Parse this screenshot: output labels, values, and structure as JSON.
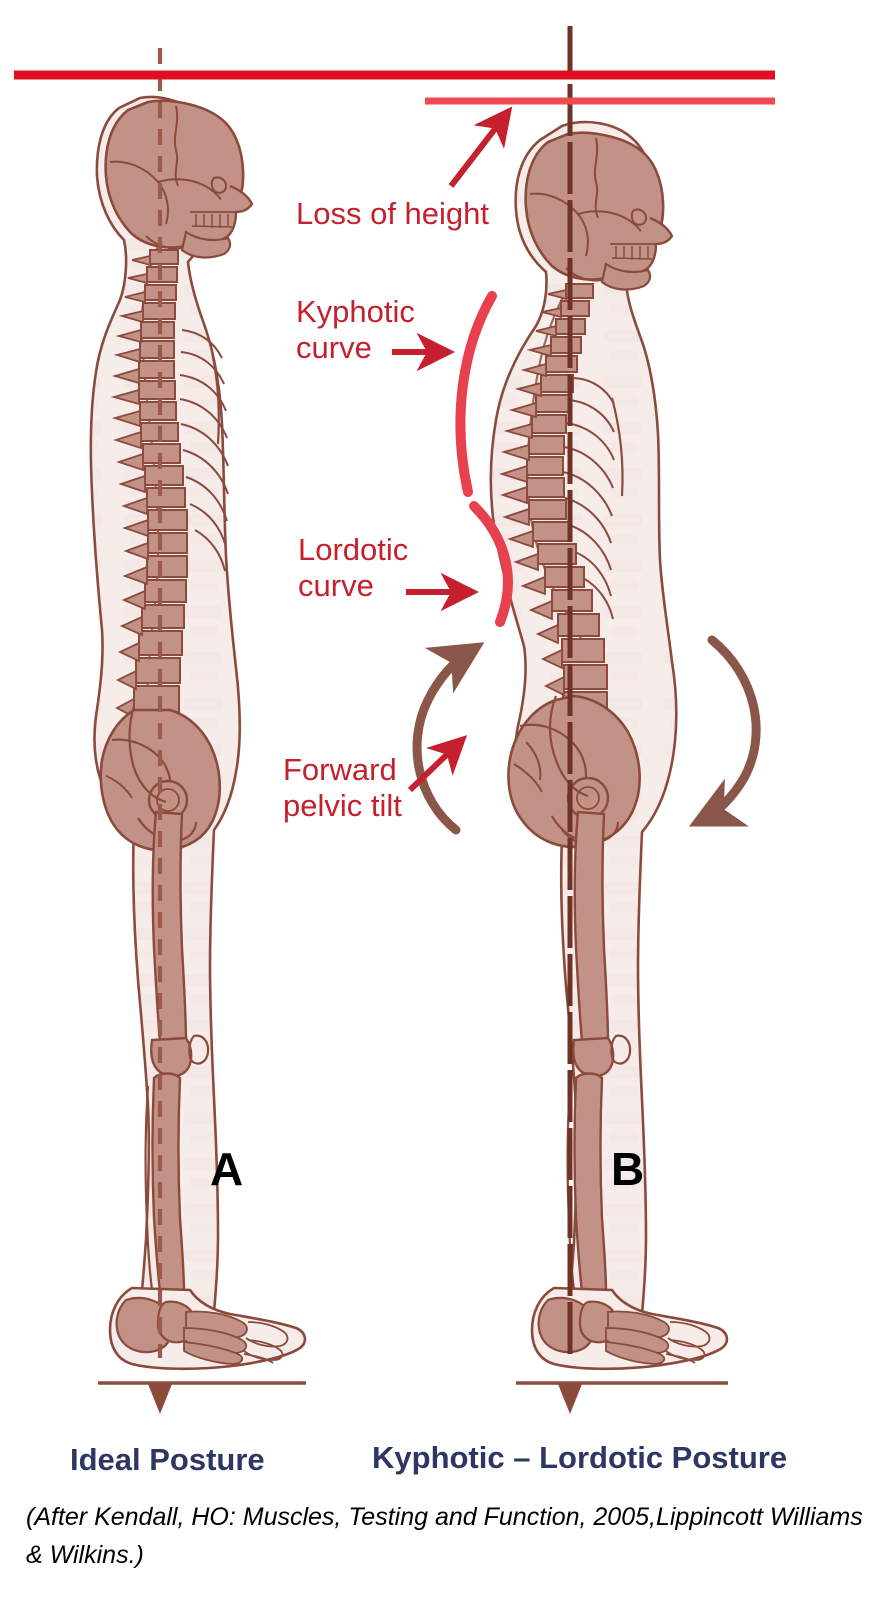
{
  "figure": {
    "title_a": "Ideal Posture",
    "title_b": "Kyphotic – Lordotic Posture",
    "letter_a": "A",
    "letter_b": "B",
    "attribution": "(After Kendall, HO: Muscles, Testing and Function, 2005,Lippincott Williams & Wilkins.)"
  },
  "annotations": {
    "loss_of_height": "Loss of height",
    "kyphotic_curve": "Kyphotic\ncurve",
    "lordotic_curve": "Lordotic\ncurve",
    "forward_pelvic_tilt": "Forward\npelvic tilt"
  },
  "colors": {
    "annotation_red": "#C4202E",
    "curve_red": "#E8404E",
    "reference_line_red": "#E01020",
    "reference_line_red_light": "#EE4A52",
    "pelvic_arrow_brown": "#8A564A",
    "anatomy_ink": "#8B4A3C",
    "anatomy_bone_fill": "#C39287",
    "anatomy_body_fill": "#F6EDEA",
    "plumb_line_a": "#9A5A4A",
    "plumb_line_b": "#6E3226",
    "caption_navy": "#2E3764",
    "letter_black": "#000000",
    "background": "#FFFFFF"
  },
  "icons": {
    "loss_of_height_arrow": "arrow-up-right-icon",
    "kyphotic_arrow": "arrow-right-icon",
    "lordotic_arrow": "arrow-right-icon",
    "forward_pelvic_tilt_arrow": "arrow-up-right-icon",
    "pelvis_rotation_left": "curved-arrow-counterclockwise-icon",
    "pelvis_rotation_right": "curved-arrow-clockwise-icon",
    "plumb_line_terminator_a": "arrow-down-icon",
    "plumb_line_terminator_b": "arrow-down-icon"
  },
  "reference_lines": {
    "top_full_width": "horizontal reference line at head height of ideal posture",
    "top_short_right": "horizontal reference line at reduced head height of kyphotic-lordotic posture",
    "ground_line_a": "ground reference line under figure A",
    "ground_line_b": "ground reference line under figure B"
  }
}
